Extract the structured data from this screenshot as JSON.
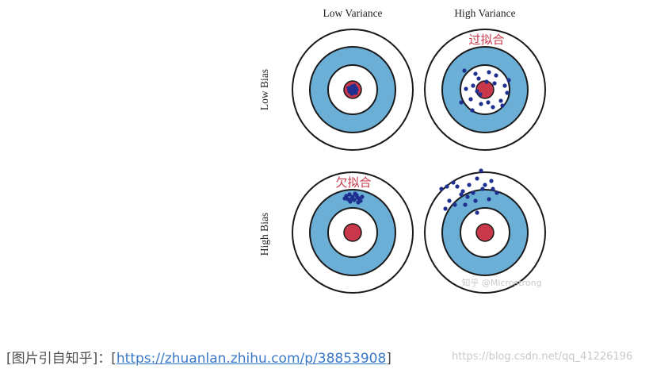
{
  "figure": {
    "col_headers": [
      "Low Variance",
      "High Variance"
    ],
    "row_headers": [
      "Low Bias",
      "High Bias"
    ],
    "annotations": {
      "low_bias_high_variance": "过拟合",
      "high_bias_low_variance": "欠拟合"
    },
    "watermark": "知乎 @Microstrong",
    "colors": {
      "ring_outline": "#1a1a1a",
      "middle_ring": "#6baed6",
      "bullseye": "#c8374a",
      "points": "#1f2f8f",
      "annotation_text": "#c8374a"
    },
    "dots": {
      "low_bias_low_variance": [
        [
          -1,
          -4
        ],
        [
          2,
          -5
        ],
        [
          4,
          -2
        ],
        [
          -3,
          -1
        ],
        [
          0,
          1
        ],
        [
          3,
          2
        ],
        [
          -2,
          3
        ],
        [
          1,
          4
        ],
        [
          5,
          0
        ],
        [
          -4,
          2
        ],
        [
          0,
          -2
        ],
        [
          2,
          1
        ],
        [
          -1,
          5
        ],
        [
          4,
          4
        ],
        [
          -5,
          -2
        ]
      ],
      "low_bias_high_variance": [
        [
          -12,
          -20
        ],
        [
          -8,
          -14
        ],
        [
          -15,
          -5
        ],
        [
          5,
          -22
        ],
        [
          14,
          -18
        ],
        [
          25,
          -5
        ],
        [
          28,
          4
        ],
        [
          20,
          14
        ],
        [
          10,
          22
        ],
        [
          -5,
          18
        ],
        [
          -18,
          12
        ],
        [
          -24,
          -1
        ],
        [
          -30,
          16
        ],
        [
          -26,
          -24
        ],
        [
          2,
          -10
        ],
        [
          -6,
          6
        ],
        [
          12,
          -8
        ],
        [
          -10,
          2
        ],
        [
          22,
          20
        ],
        [
          -16,
          26
        ],
        [
          4,
          16
        ],
        [
          30,
          -12
        ]
      ],
      "high_bias_low_variance": [
        [
          -8,
          -46
        ],
        [
          -4,
          -48
        ],
        [
          0,
          -45
        ],
        [
          5,
          -47
        ],
        [
          8,
          -43
        ],
        [
          -6,
          -42
        ],
        [
          2,
          -41
        ],
        [
          10,
          -40
        ],
        [
          -3,
          -39
        ],
        [
          6,
          -44
        ],
        [
          -10,
          -43
        ],
        [
          3,
          -49
        ],
        [
          12,
          -45
        ],
        [
          -1,
          -43
        ],
        [
          7,
          -38
        ]
      ],
      "high_bias_high_variance": [
        [
          -55,
          -55
        ],
        [
          -40,
          -63
        ],
        [
          -30,
          -48
        ],
        [
          -15,
          -50
        ],
        [
          0,
          -60
        ],
        [
          -5,
          -78
        ],
        [
          10,
          -55
        ],
        [
          -25,
          -35
        ],
        [
          -45,
          -40
        ],
        [
          -20,
          -60
        ],
        [
          5,
          -42
        ],
        [
          -35,
          -58
        ],
        [
          -10,
          -68
        ],
        [
          15,
          -50
        ],
        [
          -50,
          -30
        ],
        [
          -28,
          -52
        ],
        [
          -12,
          -40
        ],
        [
          -38,
          -35
        ],
        [
          -3,
          -55
        ],
        [
          -22,
          -45
        ],
        [
          8,
          -65
        ],
        [
          -48,
          -58
        ],
        [
          -10,
          -25
        ]
      ]
    }
  },
  "caption": {
    "prefix": "[图片引自知乎]：[",
    "link_text": "https://zhuanlan.zhihu.com/p/38853908",
    "suffix": "]",
    "watermark": "https://blog.csdn.net/qq_41226196"
  }
}
